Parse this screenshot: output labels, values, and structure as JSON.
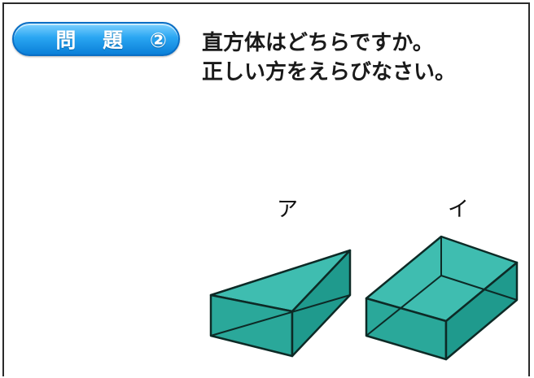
{
  "problem": {
    "badge_label": "問 題 ②",
    "question_text": "直方体はどちらですか。\n正しい方をえらびなさい。"
  },
  "choices": [
    {
      "label": "ア"
    },
    {
      "label": "イ"
    }
  ],
  "colors": {
    "shape_fill": "#2aa89a",
    "shape_fill_top": "#3fbdb0",
    "shape_fill_dark": "#1f8a7e",
    "outline": "#0d2a26",
    "badge_blue": "#1a93e8"
  }
}
